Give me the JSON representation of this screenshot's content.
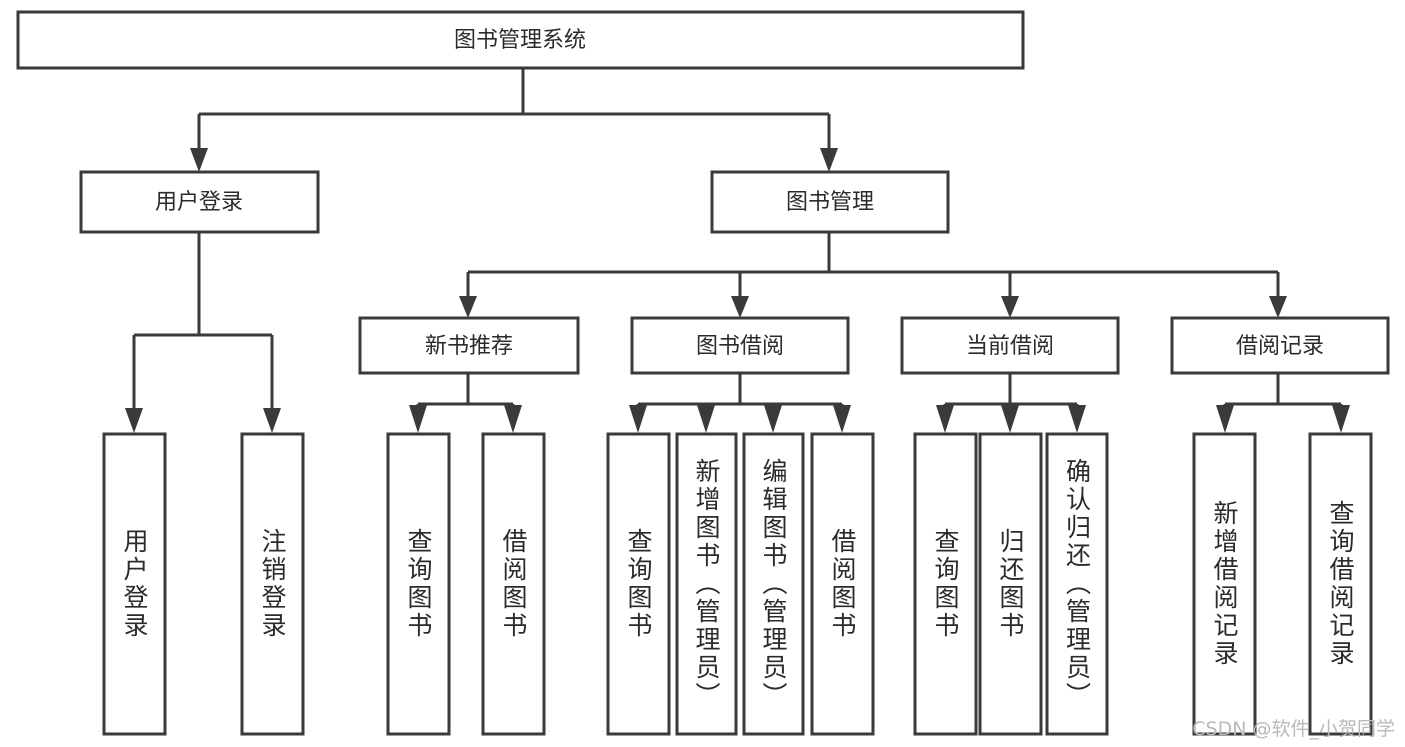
{
  "diagram": {
    "title": "图书管理系统",
    "type": "tree-hierarchy-diagram",
    "root": {
      "id": "root",
      "label": "图书管理系统"
    },
    "level1": [
      {
        "id": "user-login",
        "label": "用户登录"
      },
      {
        "id": "book-manage",
        "label": "图书管理"
      }
    ],
    "level2": [
      {
        "id": "new-book-rec",
        "label": "新书推荐",
        "parent": "book-manage"
      },
      {
        "id": "book-borrow",
        "label": "图书借阅",
        "parent": "book-manage"
      },
      {
        "id": "current-borrow",
        "label": "当前借阅",
        "parent": "book-manage"
      },
      {
        "id": "borrow-record",
        "label": "借阅记录",
        "parent": "book-manage"
      }
    ],
    "leaves": [
      {
        "id": "leaf-user-login",
        "label": "用户登录",
        "parent": "user-login"
      },
      {
        "id": "leaf-logout",
        "label": "注销登录",
        "parent": "user-login"
      },
      {
        "id": "leaf-query-book-1",
        "label": "查询图书",
        "parent": "new-book-rec"
      },
      {
        "id": "leaf-borrow-book-1",
        "label": "借阅图书",
        "parent": "new-book-rec"
      },
      {
        "id": "leaf-query-book-2",
        "label": "查询图书",
        "parent": "book-borrow"
      },
      {
        "id": "leaf-add-book",
        "label": "新增图书（管理员）",
        "parent": "book-borrow"
      },
      {
        "id": "leaf-edit-book",
        "label": "编辑图书（管理员）",
        "parent": "book-borrow"
      },
      {
        "id": "leaf-borrow-book-2",
        "label": "借阅图书",
        "parent": "book-borrow"
      },
      {
        "id": "leaf-query-book-3",
        "label": "查询图书",
        "parent": "current-borrow"
      },
      {
        "id": "leaf-return-book",
        "label": "归还图书",
        "parent": "current-borrow"
      },
      {
        "id": "leaf-confirm-return",
        "label": "确认归还（管理员）",
        "parent": "current-borrow"
      },
      {
        "id": "leaf-add-record",
        "label": "新增借阅记录",
        "parent": "borrow-record"
      },
      {
        "id": "leaf-query-record",
        "label": "查询借阅记录",
        "parent": "borrow-record"
      }
    ]
  },
  "watermark": {
    "text": "CSDN @软件_小贺同学"
  },
  "colors": {
    "stroke": "#3a3a3a",
    "box_fill": "#ffffff",
    "text": "#2b2b2b",
    "watermark": "#b9b9b9",
    "background": "#ffffff"
  }
}
